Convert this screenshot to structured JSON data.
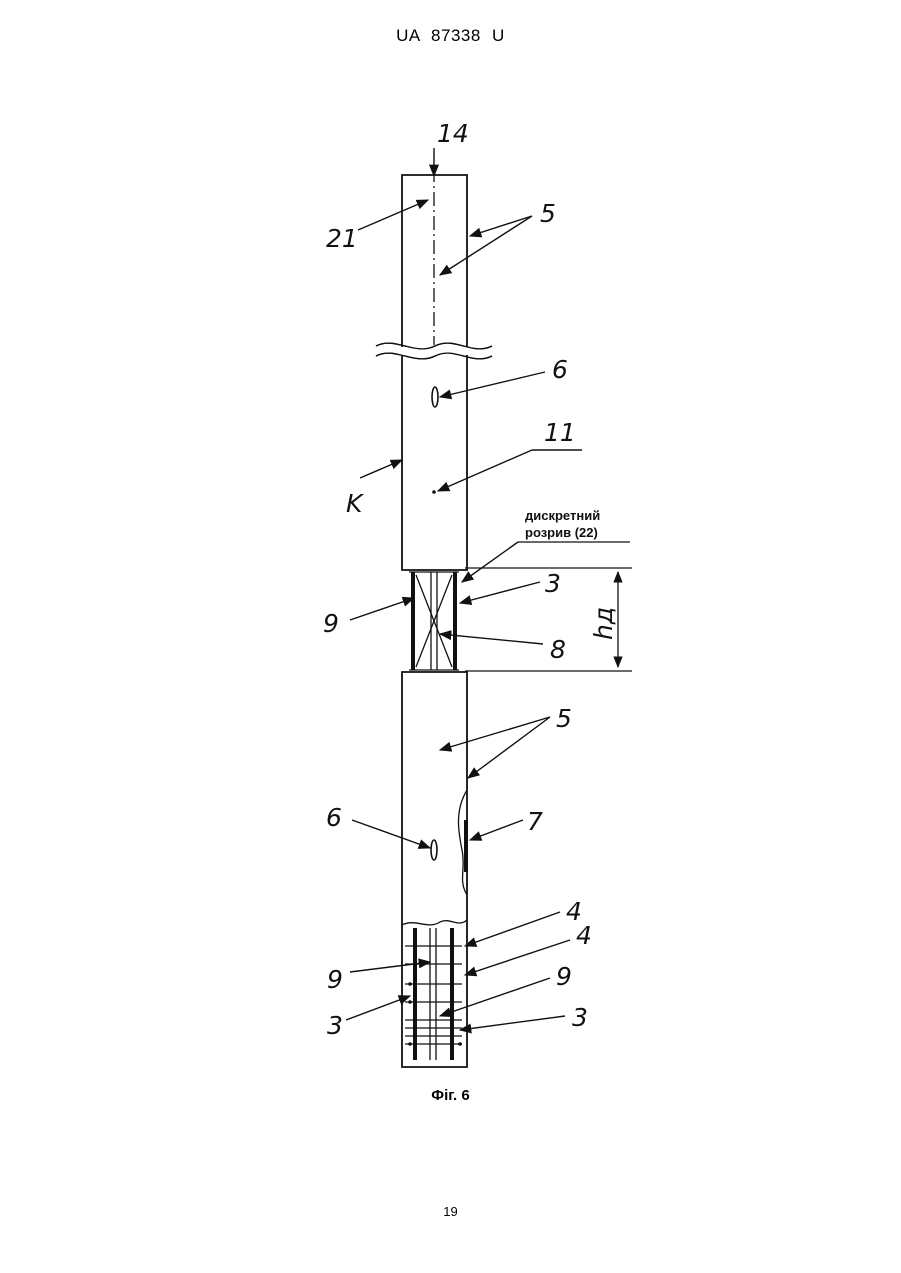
{
  "header": {
    "publication": "UA   87338   U"
  },
  "figure": {
    "caption": "Фіг. 6",
    "note_line1": "дискретний",
    "note_line2": "розрив (22)",
    "labels": {
      "l14": "14",
      "l21": "21",
      "l5_top": "5",
      "l6_top": "6",
      "l11": "11",
      "lK": "K",
      "l3_mid": "3",
      "l9_mid": "9",
      "l8": "8",
      "lhd": "hд",
      "l5_low": "5",
      "l6_low": "6",
      "l7": "7",
      "l4_a": "4",
      "l4_b": "4",
      "l9_low_left": "9",
      "l9_low_right": "9",
      "l3_low_left": "3",
      "l3_low_right": "3"
    }
  },
  "footer": {
    "page_number": "19"
  }
}
